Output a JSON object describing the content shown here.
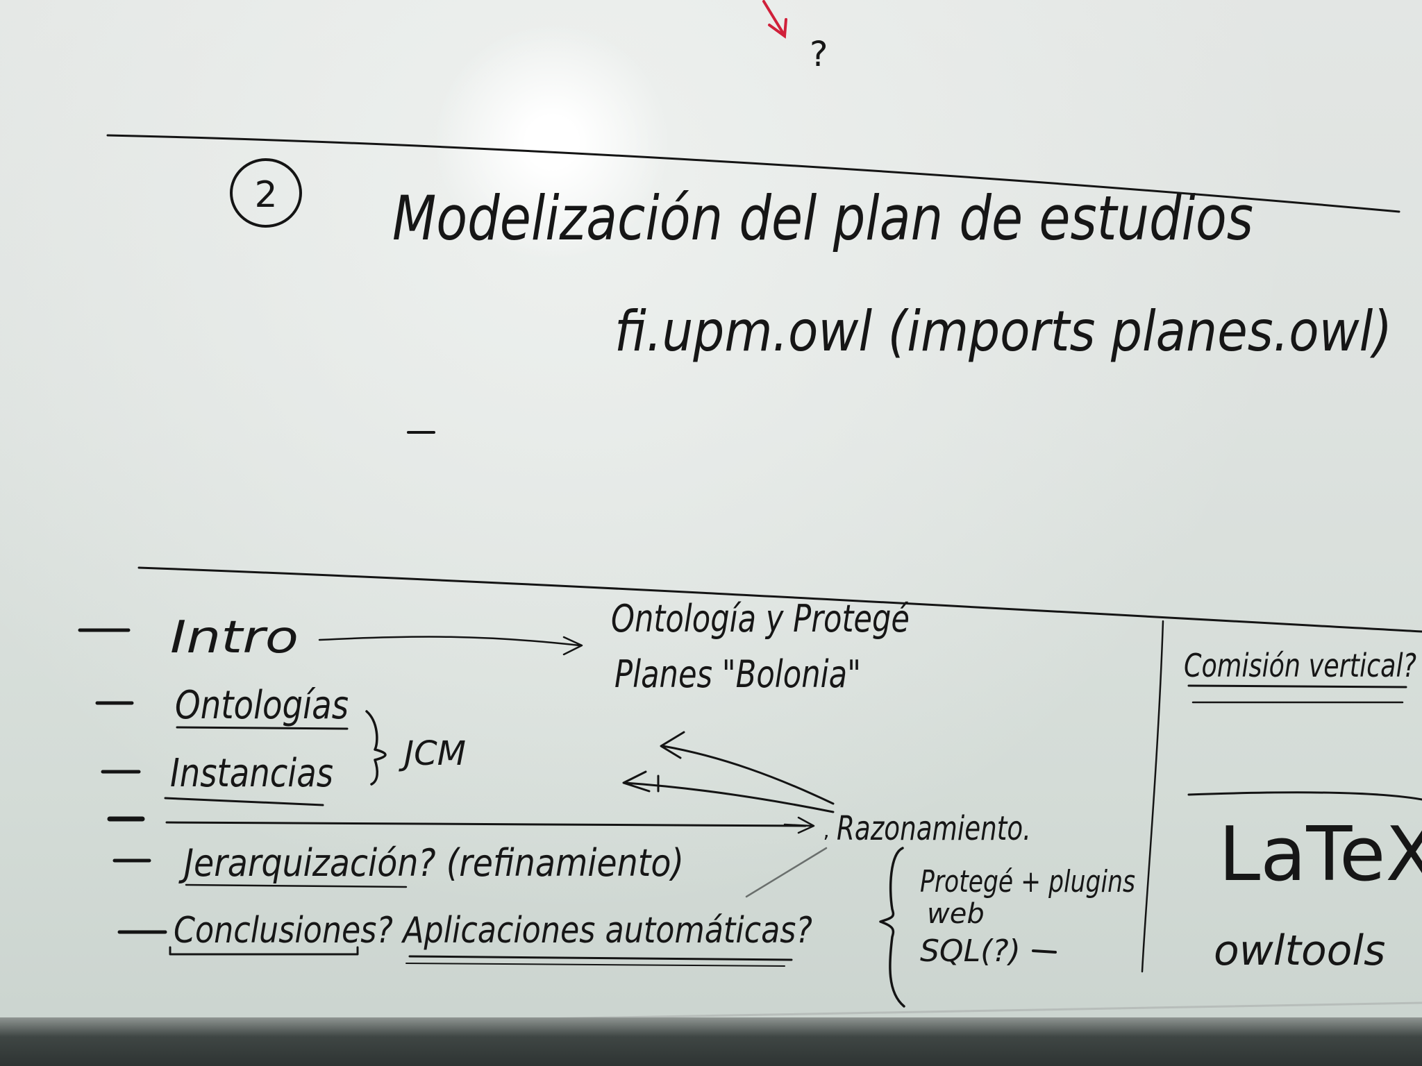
{
  "top_mark": "?",
  "section_number": "2",
  "title_line1": "Modelización del plan de estudios",
  "title_line2": "fi.upm.owl (imports planes.owl)",
  "left_list": [
    "Intro",
    "Ontologías",
    "Instancias",
    "",
    "Jerarquización? (refinamiento)",
    "Conclusiones? Aplicaciones automáticas?"
  ],
  "brace_label": "JCM",
  "note_ontology": "Ontología y Protegé",
  "note_plans": "Planes \"Bolonia\"",
  "reasoning": "Razonamiento.",
  "tools": [
    "Protegé + plugins",
    "web",
    "SQL(?)"
  ],
  "right_column": {
    "header": "Comisión vertical?",
    "latex": "LaTeX",
    "owltools": "owltools"
  },
  "colors": {
    "red_marker": "#d0203a",
    "ink": "#141414"
  }
}
